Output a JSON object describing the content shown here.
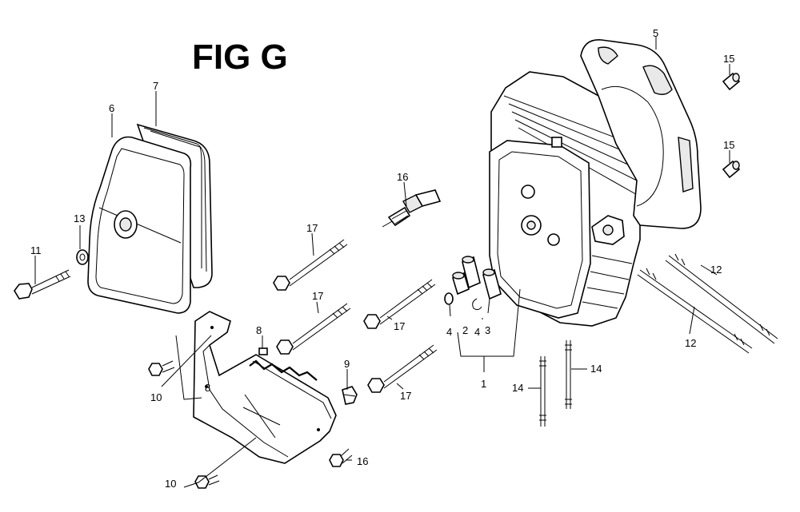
{
  "figure": {
    "title": "FIG G"
  },
  "callouts": [
    {
      "id": "c1",
      "label": "1"
    },
    {
      "id": "c2",
      "label": "2"
    },
    {
      "id": "c3",
      "label": "3"
    },
    {
      "id": "c4a",
      "label": "4"
    },
    {
      "id": "c4b",
      "label": "4"
    },
    {
      "id": "c5",
      "label": "5"
    },
    {
      "id": "c6",
      "label": "6"
    },
    {
      "id": "c7",
      "label": "7"
    },
    {
      "id": "c8a",
      "label": "8"
    },
    {
      "id": "c8b",
      "label": "8"
    },
    {
      "id": "c9",
      "label": "9"
    },
    {
      "id": "c10a",
      "label": "10"
    },
    {
      "id": "c10b",
      "label": "10"
    },
    {
      "id": "c11",
      "label": "11"
    },
    {
      "id": "c12a",
      "label": "12"
    },
    {
      "id": "c12b",
      "label": "12"
    },
    {
      "id": "c13",
      "label": "13"
    },
    {
      "id": "c14a",
      "label": "14"
    },
    {
      "id": "c14b",
      "label": "14"
    },
    {
      "id": "c15a",
      "label": "15"
    },
    {
      "id": "c15b",
      "label": "15"
    },
    {
      "id": "c16a",
      "label": "16"
    },
    {
      "id": "c16b",
      "label": "16"
    },
    {
      "id": "c17a",
      "label": "17"
    },
    {
      "id": "c17b",
      "label": "17"
    },
    {
      "id": "c17c",
      "label": "17"
    },
    {
      "id": "c17d",
      "label": "17"
    }
  ]
}
